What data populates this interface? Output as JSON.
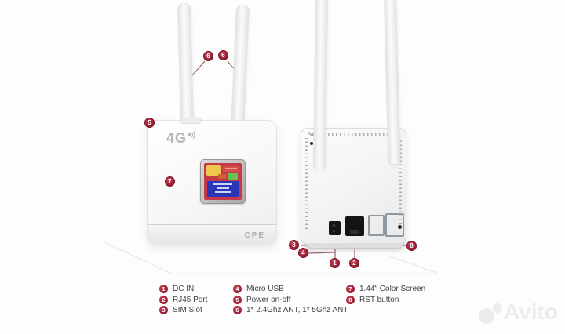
{
  "figure": {
    "front": {
      "logo": "4G",
      "model": "CPE"
    }
  },
  "callouts": {
    "c1": "1",
    "c2": "2",
    "c3": "3",
    "c4": "4",
    "c5": "5",
    "c6a": "6",
    "c6b": "6",
    "c7": "7",
    "c8": "8"
  },
  "legend": {
    "col1": [
      {
        "num": "1",
        "label": "DC IN"
      },
      {
        "num": "2",
        "label": "RJ45 Port"
      },
      {
        "num": "3",
        "label": "SIM Slot"
      }
    ],
    "col2": [
      {
        "num": "4",
        "label": "Micro USB"
      },
      {
        "num": "5",
        "label": "Power on-off"
      },
      {
        "num": "6",
        "label": "1* 2.4Ghz ANT, 1*  5Ghz ANT"
      }
    ],
    "col3": [
      {
        "num": "7",
        "label": "1.44\" Color Screen"
      },
      {
        "num": "8",
        "label": "RST button"
      }
    ]
  },
  "watermark": {
    "text": "Avito"
  },
  "colors": {
    "callout_badge": "#a02337",
    "legend_text": "#434343",
    "screen_red": "#c43a46",
    "screen_yellow": "#ecc94d",
    "screen_orange": "#d2622f",
    "screen_green": "#66c257",
    "screen_blue": "#2a35b8"
  }
}
